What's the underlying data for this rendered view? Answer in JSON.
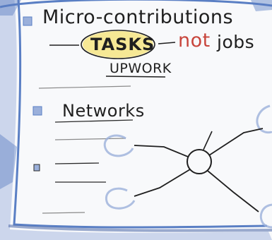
{
  "sketchnote": {
    "items": [
      {
        "text": "Micro-contributions",
        "sublabels": {
          "highlight": "TASKS",
          "negation": "not",
          "contrast": "jobs",
          "example": "UPWORK"
        }
      },
      {
        "text": "Networks"
      },
      {
        "text": ""
      }
    ]
  },
  "colors": {
    "frame_blue": "#5a7fc4",
    "highlight_yellow": "#f5e68a",
    "accent_red": "#c8453c",
    "ink": "#1f1f1f",
    "faint_blue": "#9bb0db"
  },
  "icons": [
    "bullet-square-icon",
    "network-hub-icon"
  ]
}
